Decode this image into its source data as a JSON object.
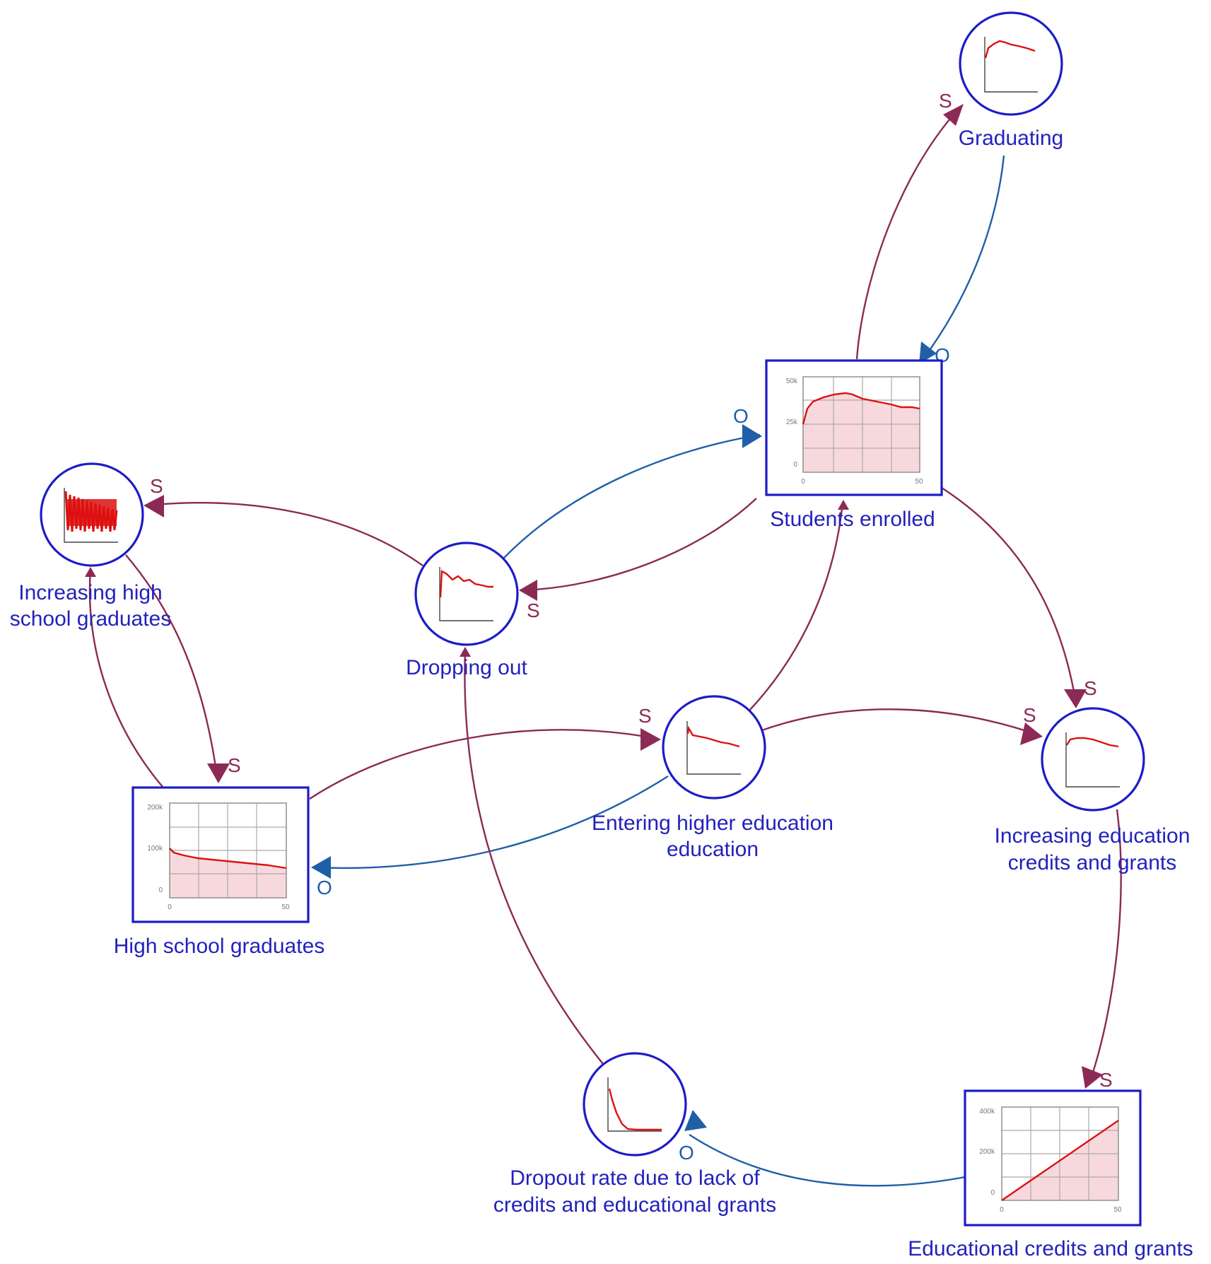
{
  "nodes": {
    "graduating": "Graduating",
    "students_enrolled": "Students enrolled",
    "increasing_hs_line1": "Increasing high",
    "increasing_hs_line2": "school graduates",
    "dropping_out": "Dropping out",
    "entering_he_line1": "Entering higher education",
    "entering_he_line2": "education",
    "increasing_credits_line1": "Increasing education",
    "increasing_credits_line2": "credits and grants",
    "high_school_graduates": "High school graduates",
    "dropout_rate_line1": "Dropout rate due to lack of",
    "dropout_rate_line2": "credits and educational grants",
    "educational_credits": "Educational credits and grants"
  },
  "polarity": {
    "same": "S",
    "opposite": "O"
  },
  "charts": {
    "students_enrolled": {
      "y_ticks": [
        "50k",
        "25k",
        "0"
      ],
      "x_ticks": [
        "0",
        "50"
      ]
    },
    "high_school_graduates": {
      "y_ticks": [
        "200k",
        "100k",
        "0"
      ],
      "x_ticks": [
        "0",
        "50"
      ]
    },
    "educational_credits": {
      "y_ticks": [
        "400k",
        "200k",
        "0"
      ],
      "x_ticks": [
        "0",
        "50"
      ]
    }
  },
  "colors": {
    "same_link": "#8b2a55",
    "opposite_link": "#1f5fa8",
    "node_border": "#1c1cc8",
    "label": "#2222bb",
    "series": "#dd1111"
  }
}
